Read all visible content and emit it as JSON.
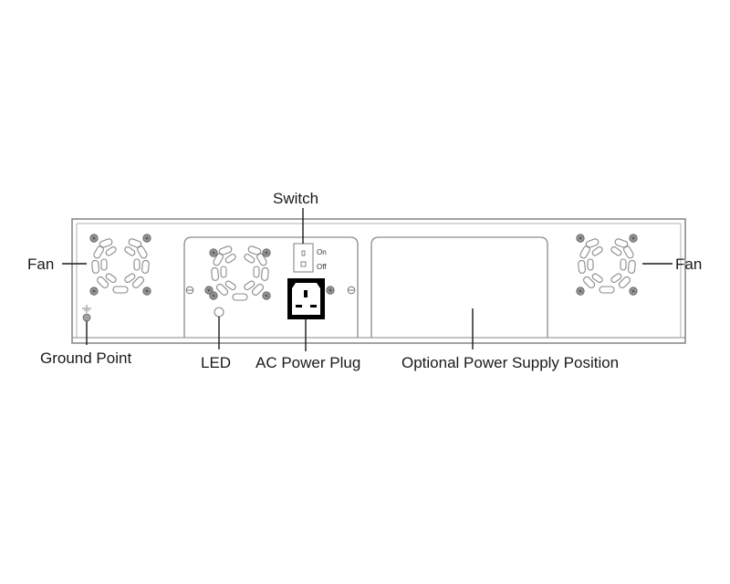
{
  "diagram": {
    "title": "Rear panel view",
    "labels": {
      "fan_left": "Fan",
      "fan_right": "Fan",
      "switch": "Switch",
      "ground_point": "Ground Point",
      "led": "LED",
      "ac_power_plug": "AC Power Plug",
      "optional_psu": "Optional Power Supply Position"
    },
    "switch_states": {
      "on": "On",
      "off": "Off"
    },
    "colors": {
      "outline": "#8a8a8a",
      "ink": "#1a1a1a",
      "plug": "#000000",
      "background": "#ffffff"
    }
  }
}
